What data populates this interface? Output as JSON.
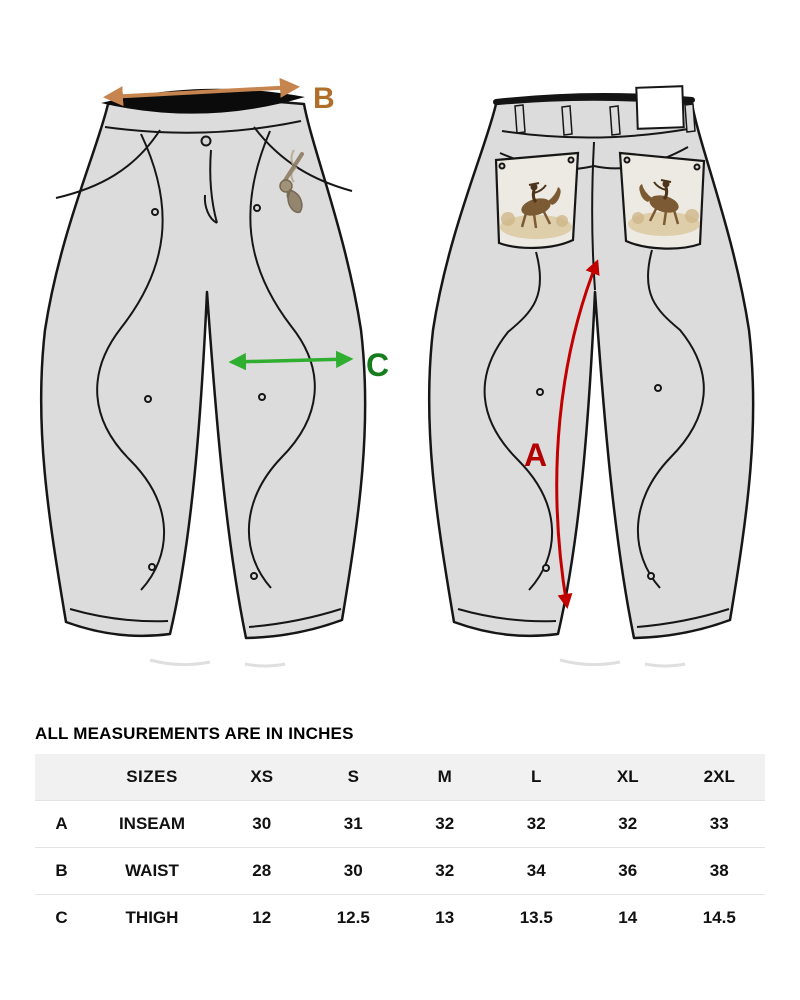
{
  "page": {
    "heading": "ALL MEASUREMENTS ARE IN INCHES"
  },
  "diagram": {
    "arrow_labels": {
      "a": "A",
      "b": "B",
      "c": "C"
    },
    "colors": {
      "inseam_arrow": "#c30000",
      "inseam_label": "#b30000",
      "waist_arrow": "#c6854e",
      "waist_label": "#b06f28",
      "thigh_arrow": "#2fae2f",
      "thigh_label": "#157d1c",
      "denim_fill": "#dcdcdc",
      "outline": "#161616"
    }
  },
  "size_table": {
    "sizes_label": "SIZES",
    "columns": [
      "XS",
      "S",
      "M",
      "L",
      "XL",
      "2XL"
    ],
    "rows": [
      {
        "letter": "A",
        "label": "INSEAM",
        "values": [
          "30",
          "31",
          "32",
          "32",
          "32",
          "33"
        ]
      },
      {
        "letter": "B",
        "label": "WAIST",
        "values": [
          "28",
          "30",
          "32",
          "34",
          "36",
          "38"
        ]
      },
      {
        "letter": "C",
        "label": "THIGH",
        "values": [
          "12",
          "12.5",
          "13",
          "13.5",
          "14",
          "14.5"
        ]
      }
    ]
  }
}
